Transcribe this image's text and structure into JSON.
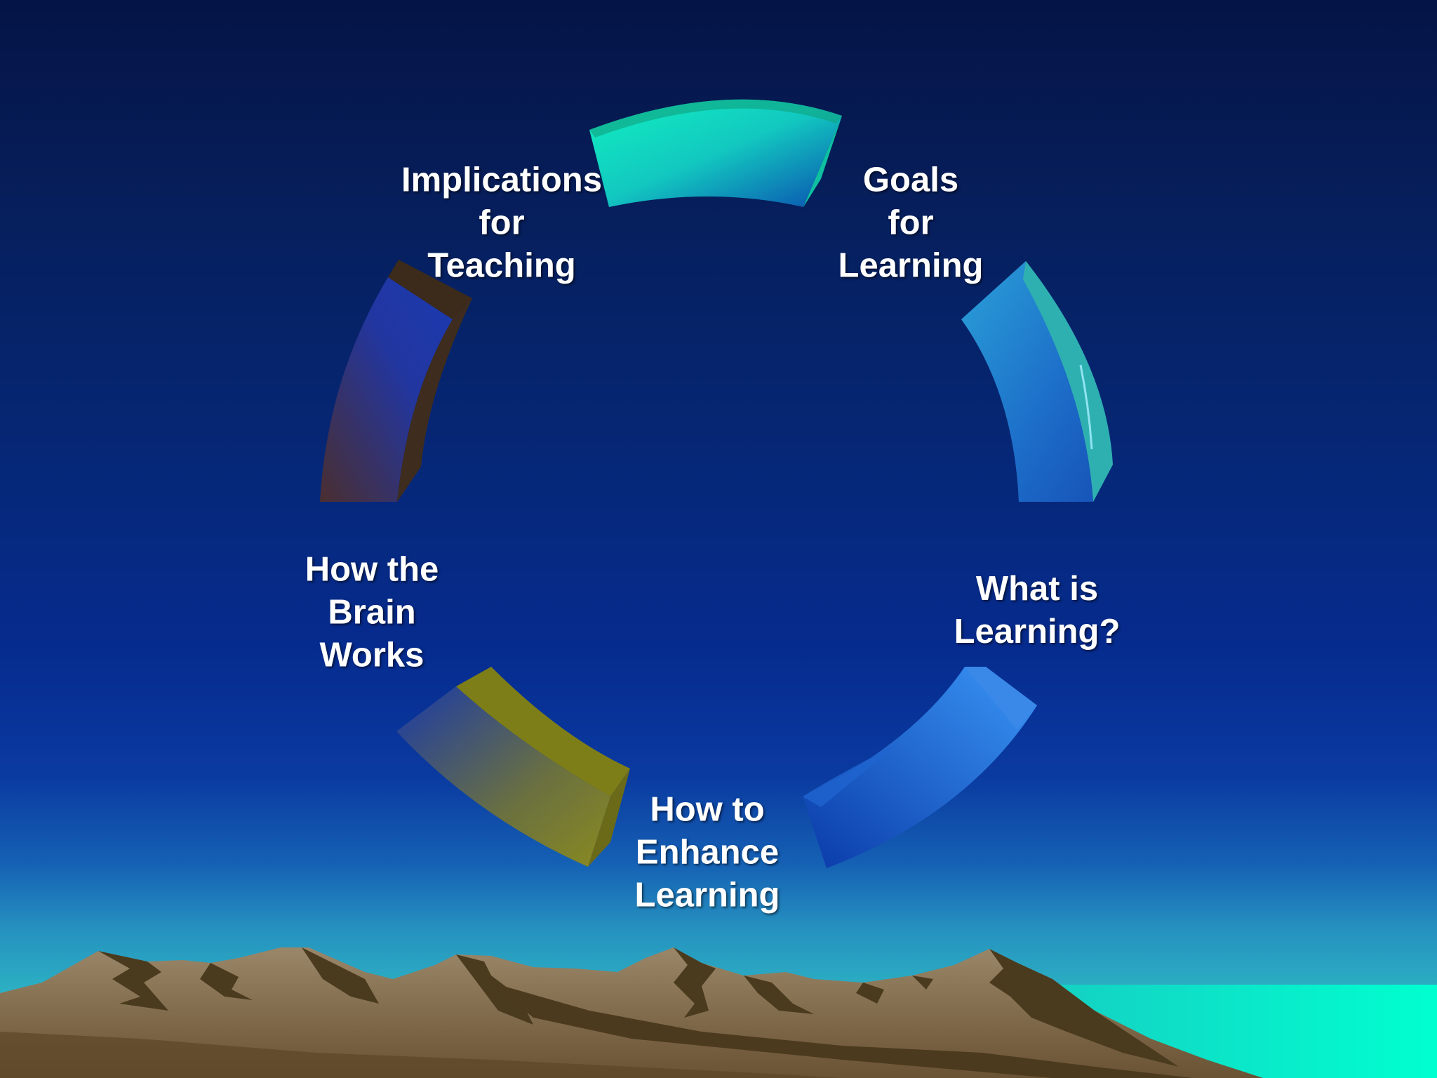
{
  "diagram": {
    "type": "cycle",
    "stages": [
      {
        "id": "goals",
        "lines": [
          "Goals",
          "for",
          "Learning"
        ]
      },
      {
        "id": "what-is",
        "lines": [
          "What is",
          "Learning?"
        ]
      },
      {
        "id": "enhance",
        "lines": [
          "How to",
          "Enhance",
          "Learning"
        ]
      },
      {
        "id": "brain",
        "lines": [
          "How the",
          "Brain",
          "Works"
        ]
      },
      {
        "id": "implications",
        "lines": [
          "Implications",
          "for",
          "Teaching"
        ]
      }
    ],
    "segment_colors": {
      "top": "#12e0b8",
      "right": "#2aa7c4",
      "lower-right": "#2e7fe8",
      "lower-left": "#8a8a24",
      "left": "#3c2c3a"
    }
  },
  "background": {
    "sky_top": "#051446",
    "sky_bottom": "#23c1c4",
    "mountains": "#8c7a60",
    "mountain_shadow": "#4c3a1e",
    "sea": "#10e8c8"
  }
}
